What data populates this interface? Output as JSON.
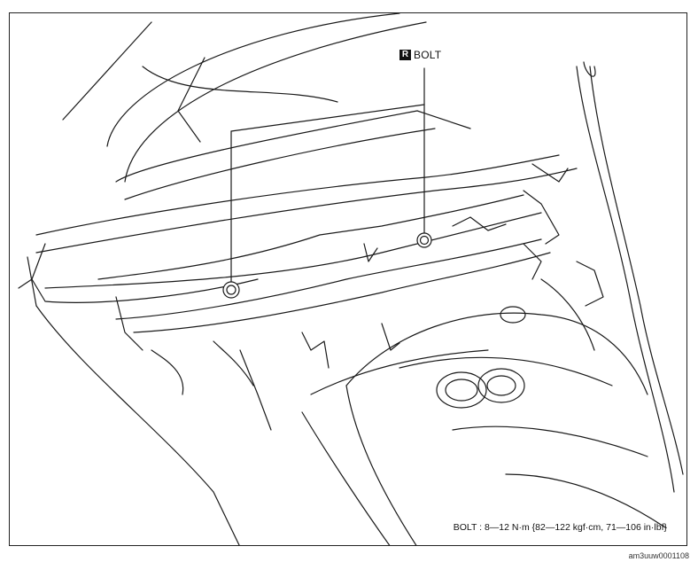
{
  "callout": {
    "badge": "R",
    "label": "BOLT"
  },
  "spec": {
    "text": "BOLT : 8—12 N·m {82—122 kgf·cm, 71—106 in·lbf}"
  },
  "figure_id": "am3uuw0001108"
}
